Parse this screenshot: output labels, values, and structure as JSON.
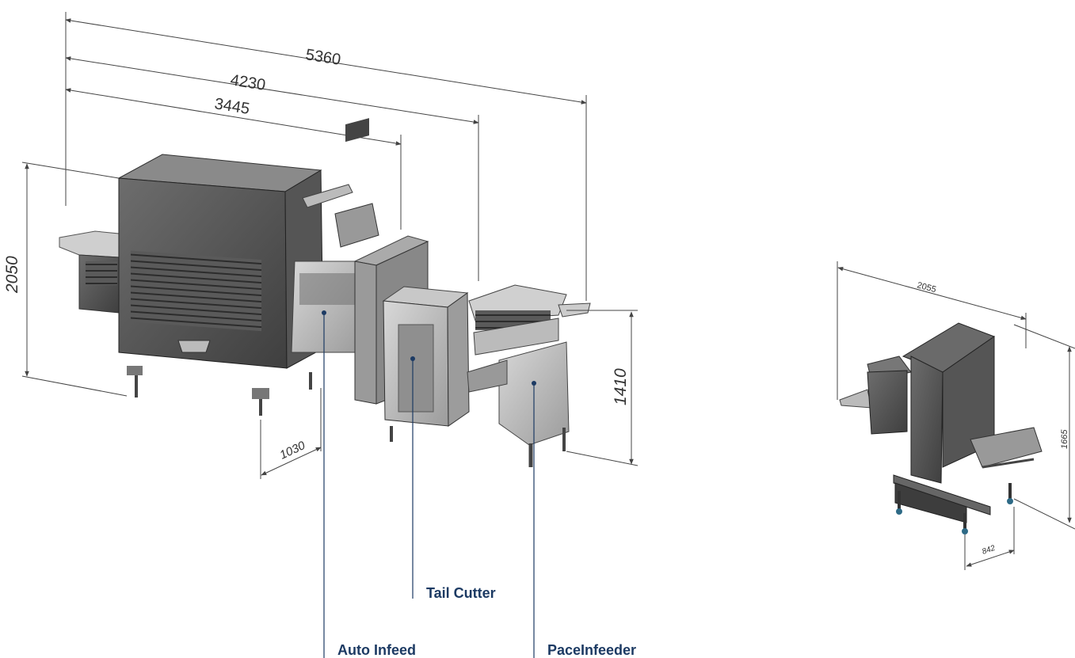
{
  "main_machine": {
    "dimensions": {
      "overall_length": "5360",
      "length_to_tail_cutter": "4230",
      "length_to_auto_infeed": "3445",
      "height": "2050",
      "infeed_height": "1410",
      "width": "1030"
    },
    "callouts": {
      "auto_infeed": "Auto Infeed",
      "tail_cutter": "Tail Cutter",
      "pace_infeeder": "PaceInfeeder"
    }
  },
  "compact_machine": {
    "dimensions": {
      "length": "2055",
      "height": "1665",
      "width": "842"
    }
  },
  "colors": {
    "callout": "#1c3a63",
    "machine_dark": "#4a4a4a",
    "machine_light": "#b9b9b9",
    "dimension_line": "#444444"
  }
}
